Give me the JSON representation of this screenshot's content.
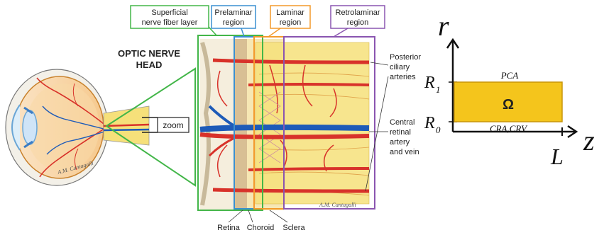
{
  "colors": {
    "superficial": "#43b649",
    "prelaminar": "#3a8fd0",
    "laminar": "#f39a2b",
    "retrolaminar": "#8a55b0",
    "zoom_triangle": "#43b649",
    "omega_fill": "#f4c51c",
    "artery": "#d8322a",
    "vein": "#1e5bb8",
    "tissue": "#f6e07a"
  },
  "labels": {
    "superficial_line1": "Superficial",
    "superficial_line2": "nerve fiber layer",
    "prelaminar_line1": "Prelaminar",
    "prelaminar_line2": "region",
    "laminar_line1": "Laminar",
    "laminar_line2": "region",
    "retrolaminar_line1": "Retrolaminar",
    "retrolaminar_line2": "region",
    "onh_line1": "OPTIC NERVE",
    "onh_line2": "HEAD",
    "zoom": "zoom",
    "pca_line1": "Posterior",
    "pca_line2": "ciliary",
    "pca_line3": "arteries",
    "cra_line1": "Central",
    "cra_line2": "retinal",
    "cra_line3": "artery",
    "cra_line4": "and vein",
    "retina": "Retina",
    "choroid": "Choroid",
    "sclera": "Sclera",
    "signature_eye": "A.M. Cantagalli",
    "signature_section": "A.M. Cantagalli"
  },
  "schematic": {
    "axis_r": "r",
    "axis_z": "z",
    "R1": "R",
    "R1_sub": "1",
    "R0": "R",
    "R0_sub": "0",
    "L": "L",
    "omega": "Ω",
    "top_label": "PCA",
    "bottom_label": "CRA,CRV"
  }
}
